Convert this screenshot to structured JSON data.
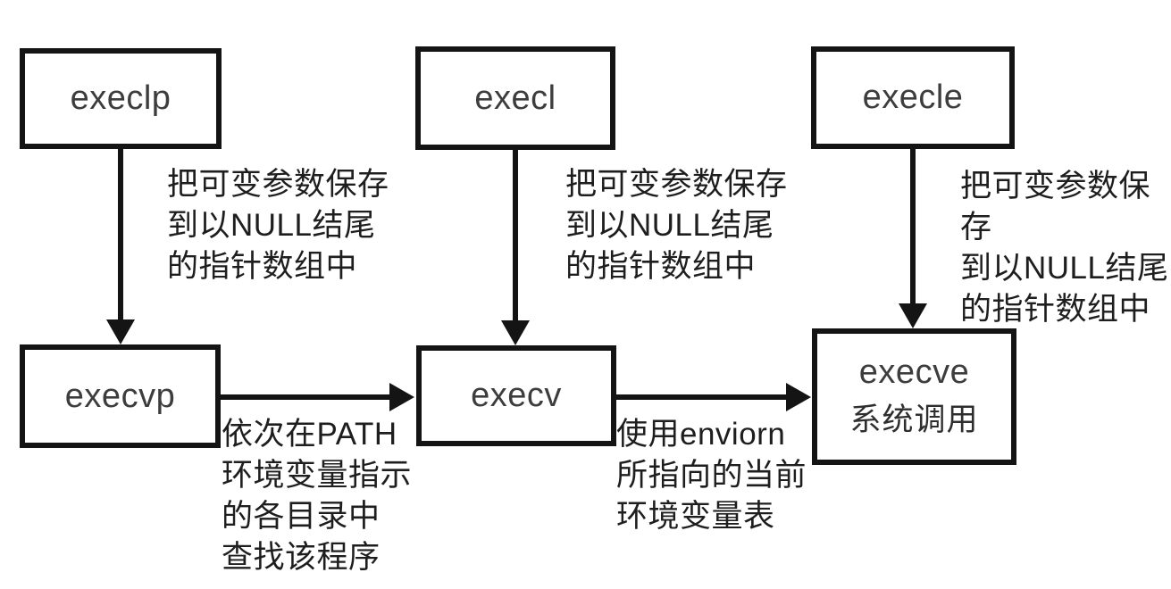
{
  "diagram": {
    "description": "exec function family flow diagram",
    "nodes": [
      {
        "id": "execlp",
        "label": "execlp"
      },
      {
        "id": "execl",
        "label": "execl"
      },
      {
        "id": "execle",
        "label": "execle"
      },
      {
        "id": "execvp",
        "label": "execvp"
      },
      {
        "id": "execv",
        "label": "execv"
      },
      {
        "id": "execve",
        "label": "execve",
        "sublabel": "系统调用"
      }
    ],
    "edges": [
      {
        "from": "execlp",
        "to": "execvp"
      },
      {
        "from": "execl",
        "to": "execv"
      },
      {
        "from": "execle",
        "to": "execve"
      },
      {
        "from": "execvp",
        "to": "execv"
      },
      {
        "from": "execv",
        "to": "execve"
      }
    ],
    "annotations": [
      {
        "near": "arrow-execlp-to-execvp",
        "text": "把可变参数保存\n到以NULL结尾\n的指针数组中"
      },
      {
        "near": "arrow-execl-to-execv",
        "text": "把可变参数保存\n到以NULL结尾\n的指针数组中"
      },
      {
        "near": "arrow-execle-to-execve",
        "text": "把可变参数保存\n到以NULL结尾\n的指针数组中"
      },
      {
        "near": "arrow-execvp-to-execv",
        "text": "依次在PATH\n环境变量指示\n的各目录中\n查找该程序"
      },
      {
        "near": "arrow-execv-to-execve",
        "text": "使用enviorn\n所指向的当前\n环境变量表"
      }
    ],
    "colors": {
      "line": "#141414",
      "node_label": "#3d3d3d",
      "annotation_text": "#1e1e1e",
      "background": "#ffffff"
    }
  }
}
